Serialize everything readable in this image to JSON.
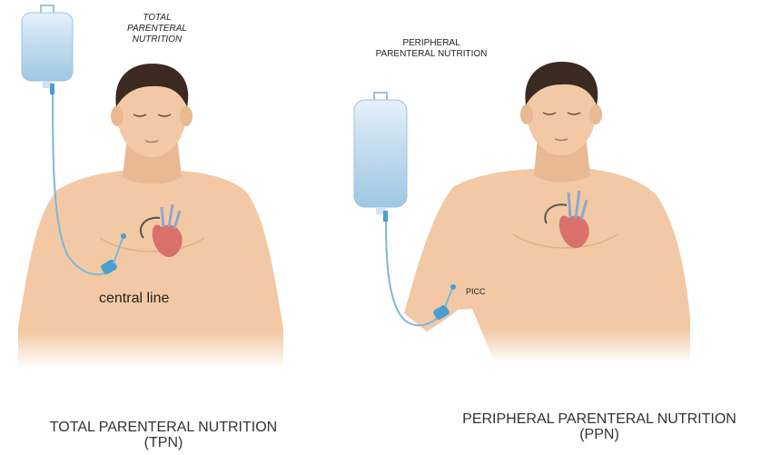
{
  "tpn": {
    "top_label": [
      "TOTAL",
      "PARENTERAL",
      "NUTRITION"
    ],
    "line_label": "central line",
    "caption_line1": "TOTAL PARENTERAL NUTRITION",
    "caption_line2": "(TPN)"
  },
  "ppn": {
    "top_label": [
      "PERIPHERAL",
      "PARENTERAL NUTRITION"
    ],
    "line_label": "PICC",
    "caption_line1": "PERIPHERAL PARENTERAL NUTRITION",
    "caption_line2": "(PPN)"
  },
  "colors": {
    "skin": "#f2c9a4",
    "skin_shadow": "#e3b089",
    "hair": "#3a2a22",
    "bag_fluid": "#a9cde8",
    "bag_top": "#dcecf7",
    "tube": "#7fb7d9",
    "connector": "#4a9fd1",
    "heart": "#d9706a"
  }
}
